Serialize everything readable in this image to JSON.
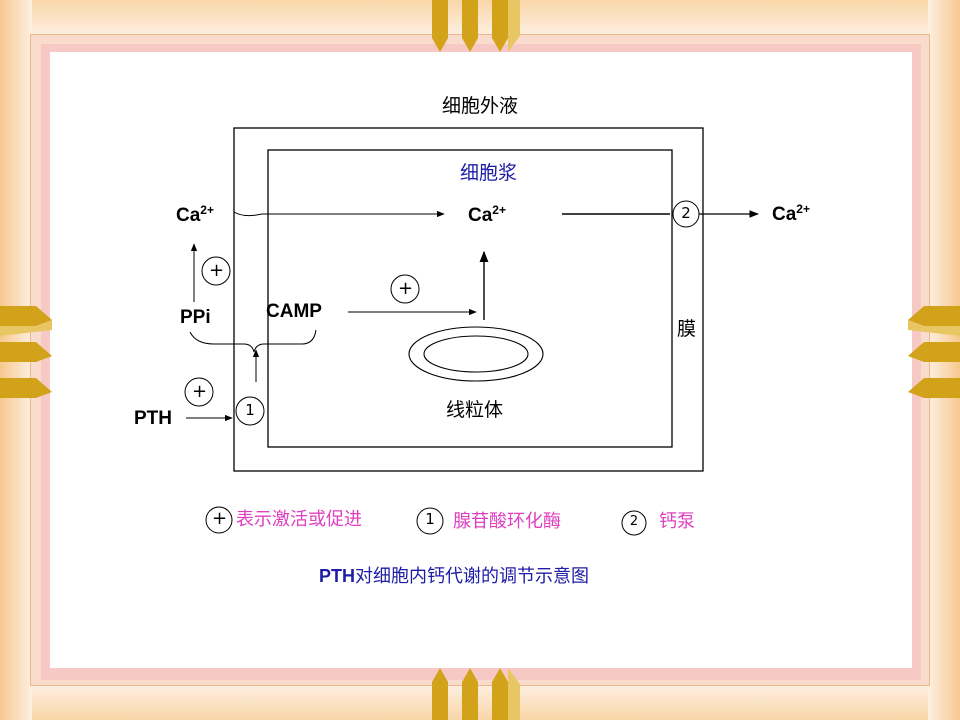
{
  "colors": {
    "accent_gold": "#d2a21b",
    "pink_text": "#e040c0",
    "blue_text": "#1c1ca6",
    "background_peach": "#fde9d6"
  },
  "diagram": {
    "extracellular_label": "细胞外液",
    "cytoplasm_label": "细胞浆",
    "membrane_label": "膜",
    "mitochondria_label": "线粒体",
    "ca_left": "Ca",
    "ca_center": "Ca",
    "ca_right": "Ca",
    "ca_superscript": "2+",
    "ppi_label": "PPi",
    "camp_label": "CAMP",
    "pth_label": "PTH",
    "plus_symbol": "+",
    "enzyme_number": "1",
    "pump_number": "2"
  },
  "legend": {
    "plus_symbol": "+",
    "plus_text": "表示激活或促进",
    "enzyme_number": "1",
    "enzyme_text": "腺苷酸环化酶",
    "pump_number": "2",
    "pump_text": "钙泵"
  },
  "caption": {
    "prefix": "PTH",
    "text": "对细胞内钙代谢的调节示意图"
  }
}
